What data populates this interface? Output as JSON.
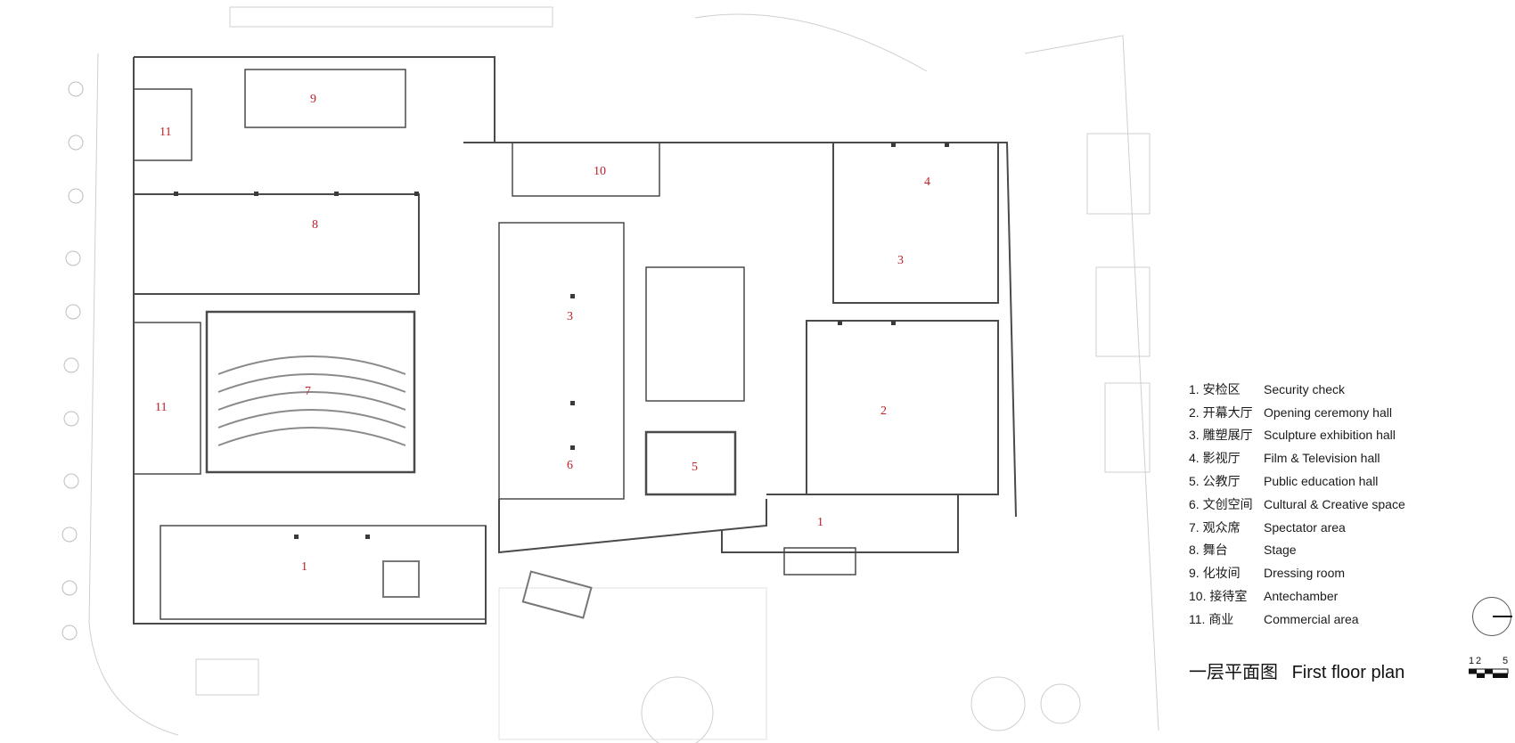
{
  "plan_title": {
    "cn": "一层平面图",
    "en": "First floor plan"
  },
  "rooms": [
    {
      "id": "1",
      "label": "1"
    },
    {
      "id": "1b",
      "label": "1"
    },
    {
      "id": "2",
      "label": "2"
    },
    {
      "id": "3",
      "label": "3"
    },
    {
      "id": "3b",
      "label": "3"
    },
    {
      "id": "4",
      "label": "4"
    },
    {
      "id": "5",
      "label": "5"
    },
    {
      "id": "6",
      "label": "6"
    },
    {
      "id": "7",
      "label": "7"
    },
    {
      "id": "8",
      "label": "8"
    },
    {
      "id": "9",
      "label": "9"
    },
    {
      "id": "10",
      "label": "10"
    },
    {
      "id": "11",
      "label": "11"
    },
    {
      "id": "11b",
      "label": "11"
    }
  ],
  "legend": [
    {
      "num": "1. 安检区",
      "en": "Security check"
    },
    {
      "num": "2. 开幕大厅",
      "en": "Opening ceremony hall"
    },
    {
      "num": "3. 雕塑展厅",
      "en": "Sculpture exhibition hall"
    },
    {
      "num": "4. 影视厅",
      "en": "Film & Television hall"
    },
    {
      "num": "5. 公教厅",
      "en": "Public education hall"
    },
    {
      "num": "6. 文创空间",
      "en": "Cultural & Creative space"
    },
    {
      "num": "7. 观众席",
      "en": "Spectator area"
    },
    {
      "num": "8. 舞台",
      "en": "Stage"
    },
    {
      "num": "9. 化妆间",
      "en": "Dressing room"
    },
    {
      "num": "10. 接待室",
      "en": "Antechamber"
    },
    {
      "num": "11. 商业",
      "en": "Commercial area"
    }
  ],
  "scale_bar": {
    "labels": [
      "1",
      "2",
      "5"
    ]
  },
  "colors": {
    "room_label": "#c0202a",
    "wall": "#4a4a4a",
    "site": "#c8c8c8"
  }
}
